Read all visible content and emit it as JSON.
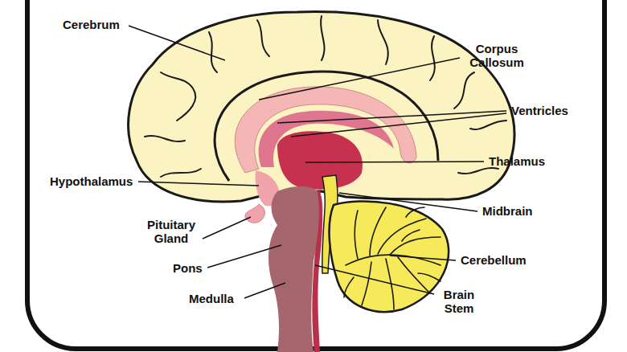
{
  "diagram": {
    "labels": [
      "Cerebrum",
      "Corpus Callosum",
      "Ventricles",
      "Hypothalamus",
      "Thalamus",
      "Midbrain",
      "Pituitary Gland",
      "Pons",
      "Cerebellum",
      "Medulla",
      "Brain Stem"
    ]
  }
}
